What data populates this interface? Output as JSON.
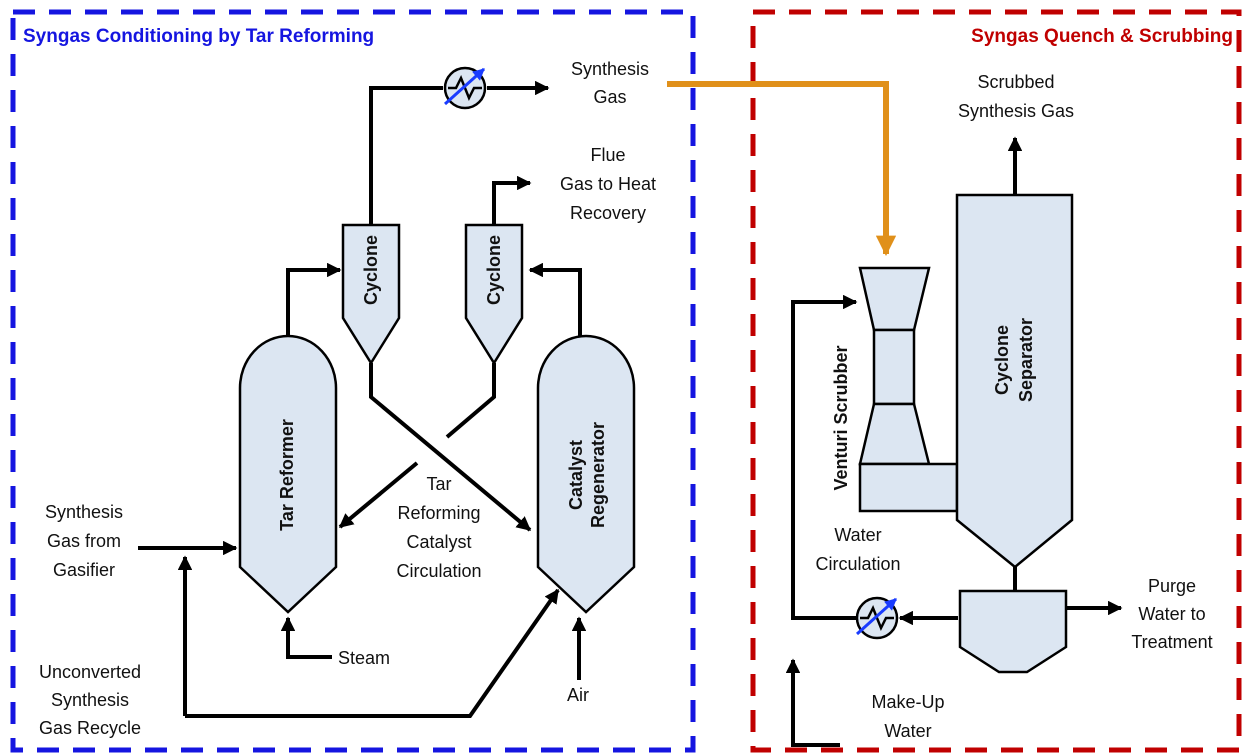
{
  "sections": {
    "left_title": "Syngas Conditioning  by Tar Reforming",
    "right_title": "Syngas Quench & Scrubbing",
    "left_color": "#1515e0",
    "right_color": "#c00000"
  },
  "colors": {
    "vessel_fill": "#dce6f2",
    "hot_syngas_line": "#e0901a",
    "heat_exchanger_arrow": "#1a3cff"
  },
  "equipment": {
    "tar_reformer": "Tar Reformer",
    "catalyst_regenerator_1": "Catalyst",
    "catalyst_regenerator_2": "Regenerator",
    "cyclone_left": "Cyclone",
    "cyclone_right": "Cyclone",
    "venturi_scrubber": "Venturi Scrubber",
    "cyclone_separator_1": "Cyclone",
    "cyclone_separator_2": "Separator"
  },
  "streams": {
    "synthesis_gas": [
      "Synthesis",
      "Gas"
    ],
    "flue_gas": [
      "Flue",
      "Gas to Heat",
      "Recovery"
    ],
    "syngas_from_gasifier": [
      "Synthesis",
      "Gas from",
      "Gasifier"
    ],
    "catalyst_circulation": [
      "Tar",
      "Reforming",
      "Catalyst",
      "Circulation"
    ],
    "steam": "Steam",
    "air": "Air",
    "unconverted_recycle": [
      "Unconverted",
      "Synthesis",
      "Gas Recycle"
    ],
    "scrubbed_gas": [
      "Scrubbed",
      "Synthesis Gas"
    ],
    "water_circulation": [
      "Water",
      "Circulation"
    ],
    "purge_water": [
      "Purge",
      "Water to",
      "Treatment"
    ],
    "makeup_water": [
      "Make-Up",
      "Water"
    ]
  }
}
